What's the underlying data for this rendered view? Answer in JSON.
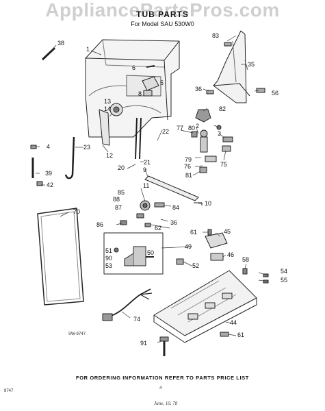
{
  "watermark": "AppliancePartsPros.com",
  "title": "TUB PARTS",
  "subtitle": "For Model SAU 530W0",
  "drawing_number": "SW-9747",
  "footer": "FOR ORDERING INFORMATION REFER TO PARTS PRICE LIST",
  "page_ref_left": "9747",
  "page_ref_center": "4",
  "date_note": "June, 10, 78",
  "callouts": [
    {
      "id": "c1",
      "text": "1"
    },
    {
      "id": "c2",
      "text": "2"
    },
    {
      "id": "c3",
      "text": "3"
    },
    {
      "id": "c4",
      "text": "4"
    },
    {
      "id": "c5",
      "text": "5"
    },
    {
      "id": "c6",
      "text": "6"
    },
    {
      "id": "c8",
      "text": "8"
    },
    {
      "id": "c9",
      "text": "9"
    },
    {
      "id": "c10",
      "text": "10"
    },
    {
      "id": "c11",
      "text": "11"
    },
    {
      "id": "c12",
      "text": "12"
    },
    {
      "id": "c13",
      "text": "13"
    },
    {
      "id": "c14",
      "text": "14"
    },
    {
      "id": "c20",
      "text": "20"
    },
    {
      "id": "c21",
      "text": "21"
    },
    {
      "id": "c22",
      "text": "22"
    },
    {
      "id": "c23",
      "text": "23"
    },
    {
      "id": "c35",
      "text": "35"
    },
    {
      "id": "c36a",
      "text": "36"
    },
    {
      "id": "c36b",
      "text": "36"
    },
    {
      "id": "c38",
      "text": "38"
    },
    {
      "id": "c39",
      "text": "39"
    },
    {
      "id": "c42",
      "text": "42"
    },
    {
      "id": "c44",
      "text": "44"
    },
    {
      "id": "c45",
      "text": "45"
    },
    {
      "id": "c46",
      "text": "46"
    },
    {
      "id": "c49",
      "text": "49"
    },
    {
      "id": "c50",
      "text": "50"
    },
    {
      "id": "c51",
      "text": "51"
    },
    {
      "id": "c52",
      "text": "52"
    },
    {
      "id": "c53",
      "text": "53"
    },
    {
      "id": "c54",
      "text": "54"
    },
    {
      "id": "c55",
      "text": "55"
    },
    {
      "id": "c56",
      "text": "56"
    },
    {
      "id": "c58",
      "text": "58"
    },
    {
      "id": "c61a",
      "text": "61"
    },
    {
      "id": "c61b",
      "text": "61"
    },
    {
      "id": "c62",
      "text": "62"
    },
    {
      "id": "c70",
      "text": "70"
    },
    {
      "id": "c74",
      "text": "74"
    },
    {
      "id": "c75",
      "text": "75"
    },
    {
      "id": "c76",
      "text": "76"
    },
    {
      "id": "c77",
      "text": "77"
    },
    {
      "id": "c79",
      "text": "79"
    },
    {
      "id": "c80",
      "text": "80"
    },
    {
      "id": "c81",
      "text": "81"
    },
    {
      "id": "c82",
      "text": "82"
    },
    {
      "id": "c83",
      "text": "83"
    },
    {
      "id": "c84",
      "text": "84"
    },
    {
      "id": "c85",
      "text": "85"
    },
    {
      "id": "c86",
      "text": "86"
    },
    {
      "id": "c87",
      "text": "87"
    },
    {
      "id": "c88",
      "text": "88"
    },
    {
      "id": "c90",
      "text": "90"
    },
    {
      "id": "c91",
      "text": "91"
    }
  ]
}
